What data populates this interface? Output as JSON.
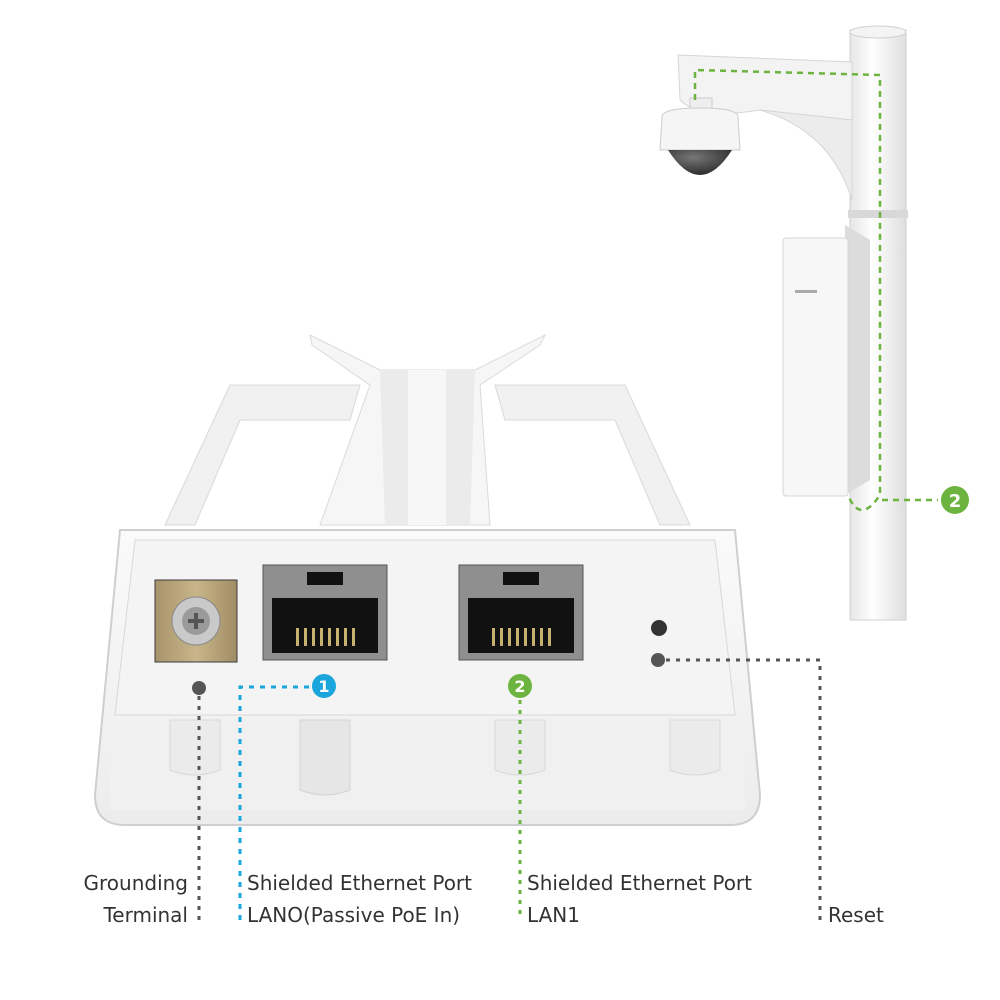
{
  "diagram": {
    "type": "hardware-port-diagram",
    "colors": {
      "port1_accent": "#1aa6dc",
      "port2_accent": "#6cb33f",
      "leader_default": "#555555",
      "device_body": "#f2f2f2",
      "grounding_plate": "#b7a47a"
    },
    "callouts": [
      {
        "id": "1",
        "number": "1",
        "color": "#1aa6dc"
      },
      {
        "id": "2",
        "number": "2",
        "color": "#6cb33f"
      },
      {
        "id": "2b",
        "number": "2",
        "color": "#6cb33f"
      }
    ],
    "labels": {
      "grounding": {
        "line1": "Grounding",
        "line2": "Terminal"
      },
      "lan0": {
        "line1": "Shielded Ethernet Port",
        "line2": "LANO(Passive PoE In)"
      },
      "lan1": {
        "line1": "Shielded Ethernet Port",
        "line2": "LAN1"
      },
      "reset": {
        "line1": "",
        "line2": "Reset"
      }
    },
    "components": [
      "grounding-terminal",
      "ethernet-port-lan0",
      "ethernet-port-lan1",
      "led-indicator",
      "reset-button",
      "pole-mount",
      "ip-camera",
      "outdoor-cpe"
    ]
  }
}
